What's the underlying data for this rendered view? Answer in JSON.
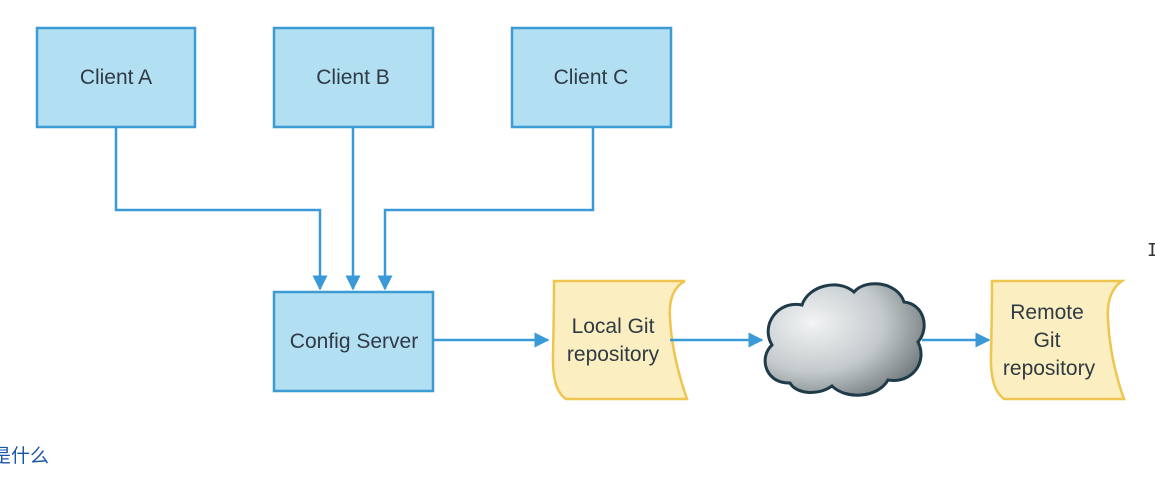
{
  "nodes": {
    "client_a": "Client A",
    "client_b": "Client B",
    "client_c": "Client C",
    "config_server": "Config Server",
    "local_git": [
      "Local Git",
      "repository"
    ],
    "remote_git": [
      "Remote",
      "Git",
      "repository"
    ]
  },
  "caption": "是什么",
  "cursor_glyph": "I",
  "colors": {
    "box_fill": "#b3dff2",
    "box_stroke": "#3b9bd2",
    "arrow": "#3a9ad8",
    "doc_fill": "#fbeec0",
    "doc_stroke": "#edc54f",
    "cloud_dark": "#6b7477",
    "cloud_light": "#f2f4f5",
    "cloud_stroke": "#1f3b4a",
    "caption": "#1a56a8"
  }
}
